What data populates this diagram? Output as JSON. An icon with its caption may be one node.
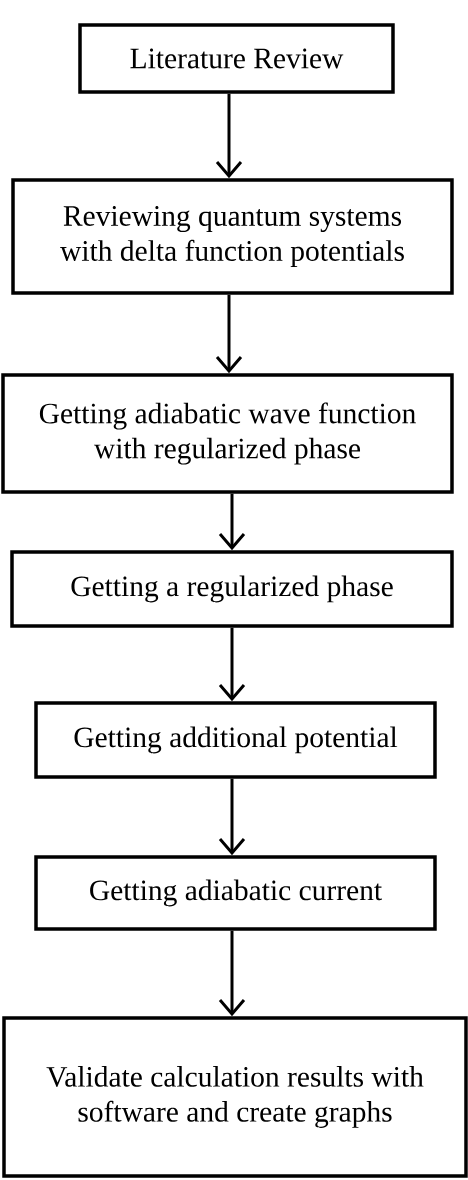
{
  "diagram": {
    "nodes": [
      {
        "text": [
          "Literature Review"
        ]
      },
      {
        "text": [
          "Reviewing quantum systems with delta function potentials"
        ]
      },
      {
        "text": [
          "Getting adiabatic wave function with regularized phase"
        ]
      },
      {
        "text": [
          "Getting a regularized phase"
        ]
      },
      {
        "text": [
          "Getting additional potential"
        ]
      },
      {
        "text": [
          "Getting adiabatic current"
        ]
      },
      {
        "text": [
          "Validate calculation results with software and create graphs"
        ]
      }
    ],
    "edges": [
      {
        "from": 0,
        "to": 1,
        "arrow": "to"
      },
      {
        "from": 1,
        "to": 2,
        "arrow": "to"
      },
      {
        "from": 2,
        "to": 3,
        "arrow": "to"
      },
      {
        "from": 3,
        "to": 4,
        "arrow": "to"
      },
      {
        "from": 4,
        "to": 5,
        "arrow": "to"
      },
      {
        "from": 5,
        "to": 6,
        "arrow": "to"
      }
    ]
  }
}
